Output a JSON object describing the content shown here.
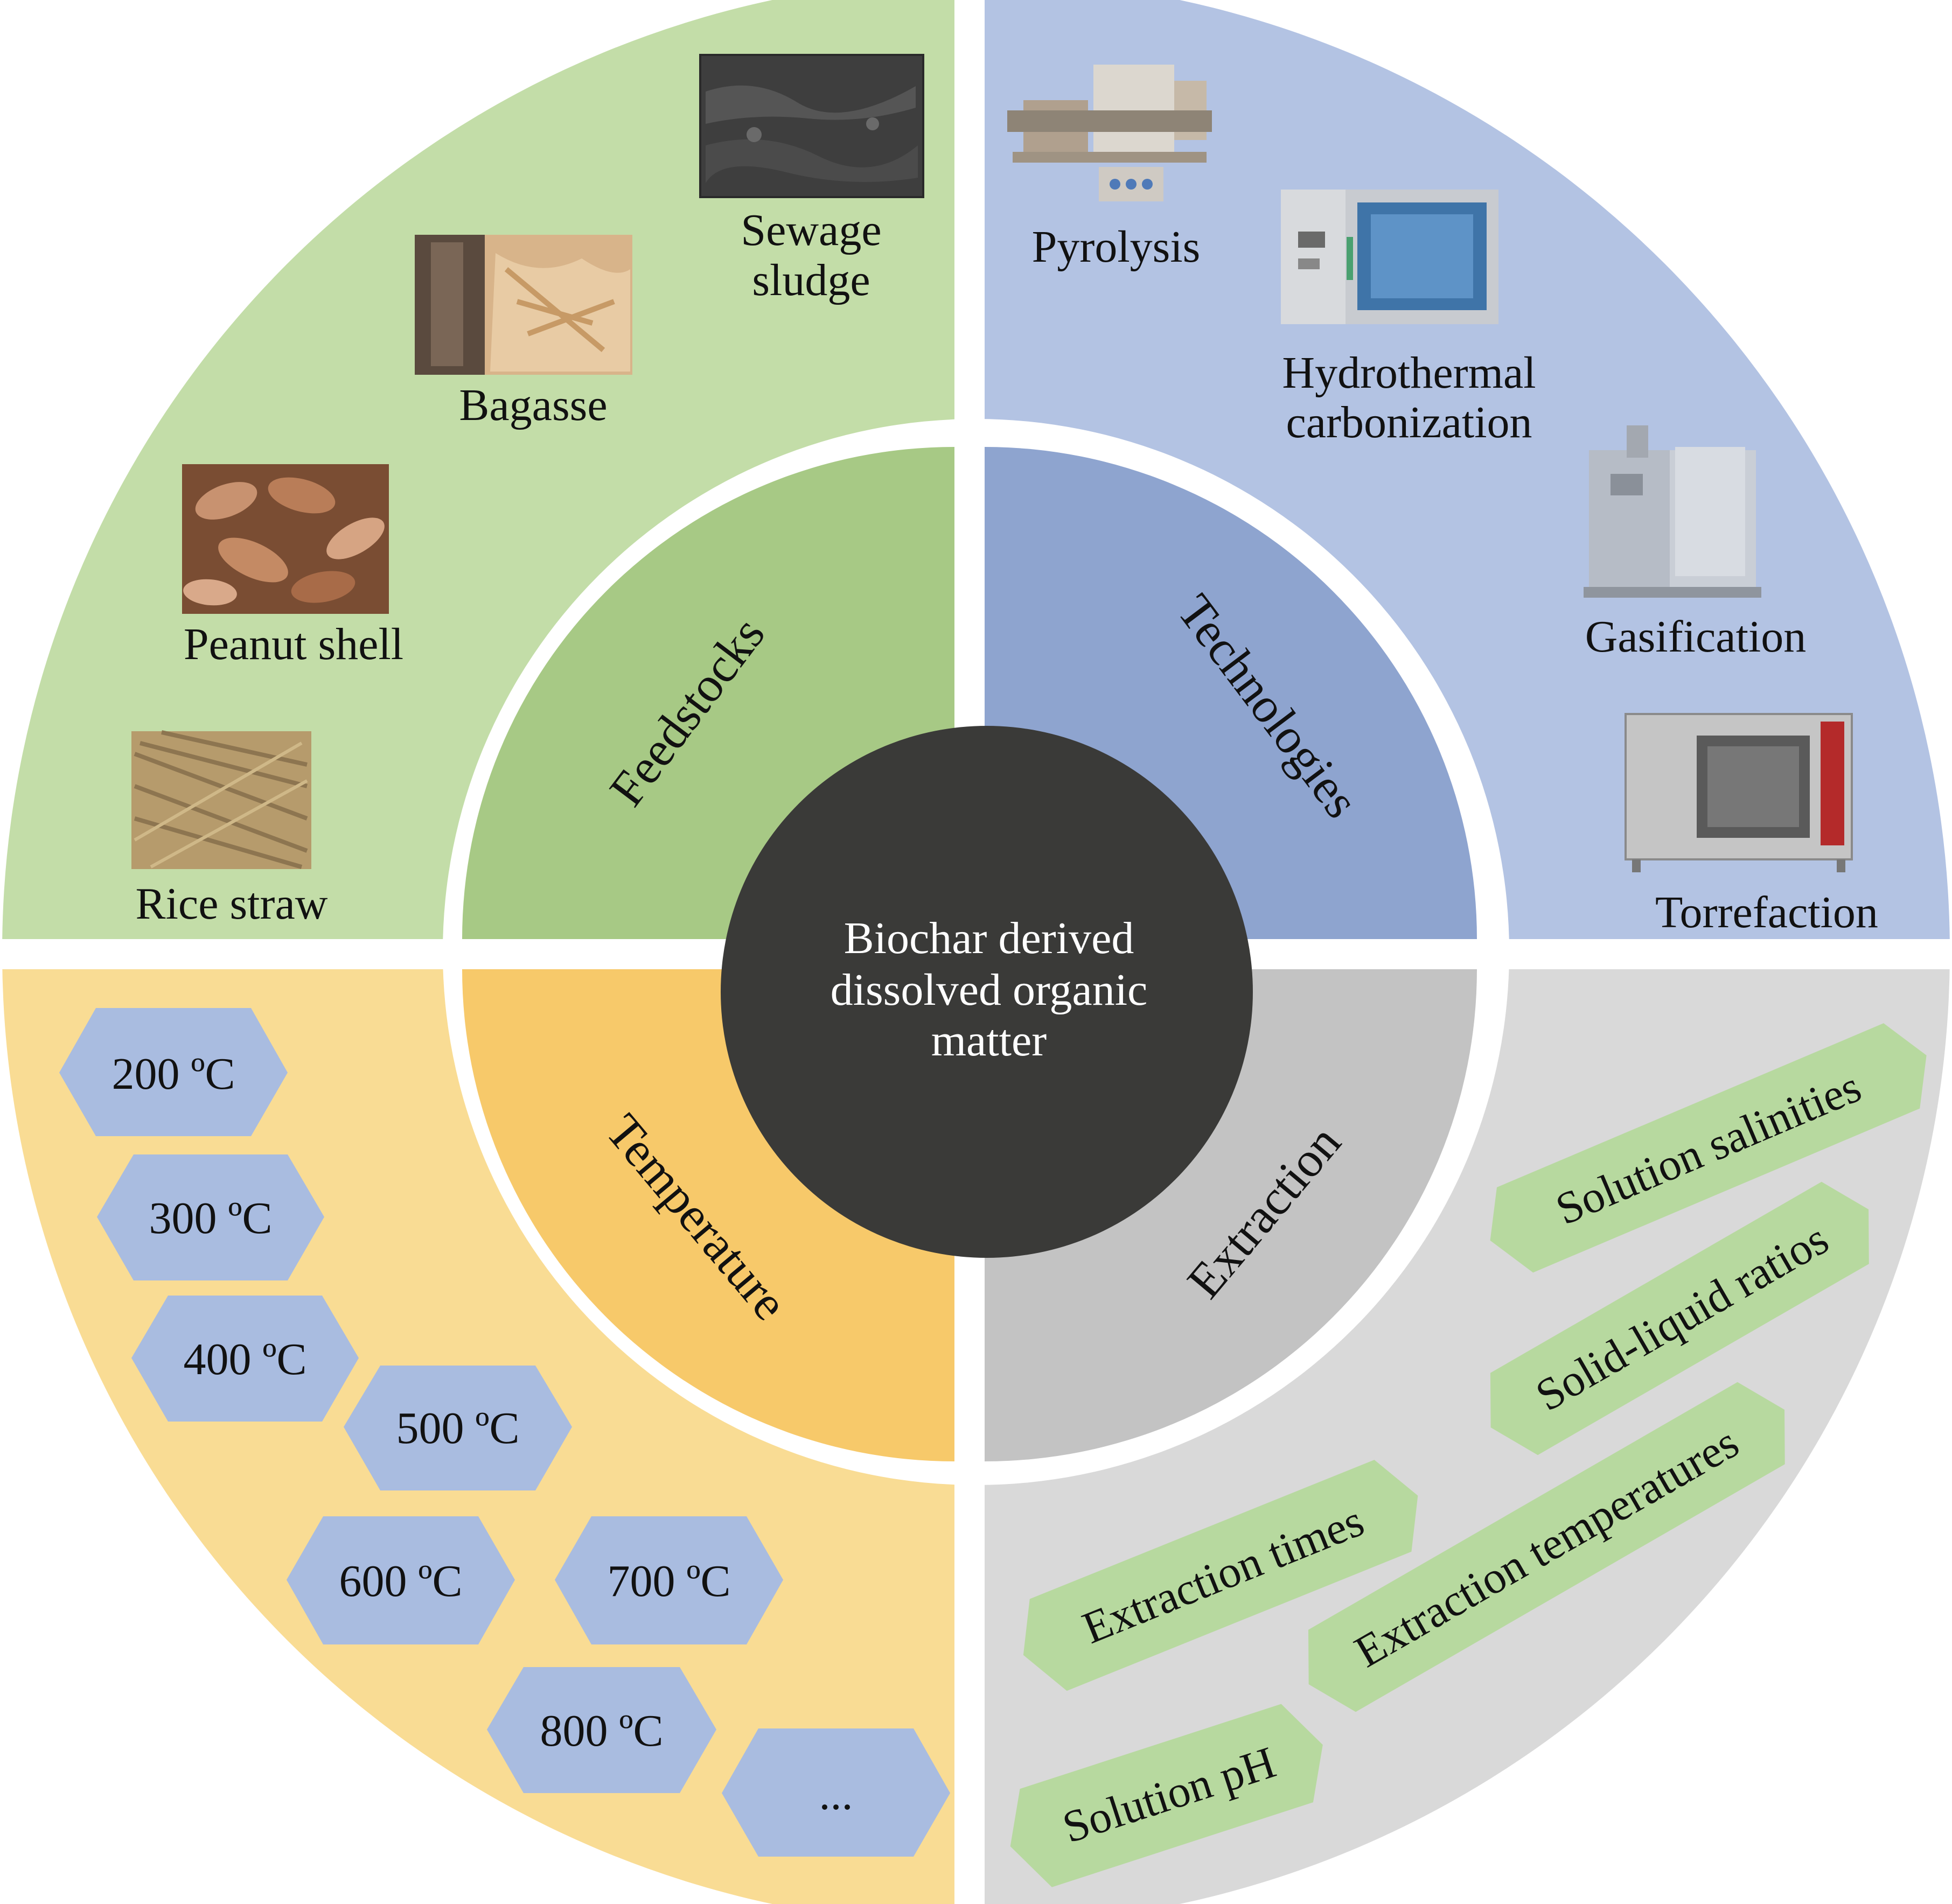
{
  "center": {
    "lines": [
      "Biochar derived",
      "dissolved organic",
      "matter"
    ]
  },
  "quadrants": {
    "feedstocks": "Feedstocks",
    "technologies": "Technologies",
    "temperature": "Temperature",
    "extraction": "Extraction"
  },
  "feedstock_items": {
    "sewage_sludge": [
      "Sewage",
      "sludge"
    ],
    "bagasse": "Bagasse",
    "peanut_shell": "Peanut shell",
    "rice_straw": "Rice straw"
  },
  "technology_items": {
    "pyrolysis": "Pyrolysis",
    "hydrothermal": [
      "Hydrothermal",
      "carbonization"
    ],
    "gasification": "Gasification",
    "torrefaction": "Torrefaction"
  },
  "temperature_items": [
    "200 ºC",
    "300 ºC",
    "400 ºC",
    "500 ºC",
    "600 ºC",
    "700 ºC",
    "800 ºC",
    "..."
  ],
  "extraction_items": {
    "salinities": "Solution salinities",
    "solid_liquid": "Solid-liquid ratios",
    "temperatures": "Extraction temperatures",
    "times": "Extraction times",
    "ph": "Solution pH"
  },
  "colors": {
    "feedstocks_outer": "#c3dda8",
    "feedstocks_inner": "#a7c985",
    "technologies_outer": "#b3c3e3",
    "technologies_inner": "#8ea4cf",
    "temperature_outer": "#f9dc94",
    "temperature_inner": "#f7c96a",
    "extraction_outer": "#d9d9d9",
    "extraction_inner": "#c3c3c3",
    "center": "#3a3a38",
    "hexagon": "#a9bce0",
    "pill": "#b7d99f"
  }
}
